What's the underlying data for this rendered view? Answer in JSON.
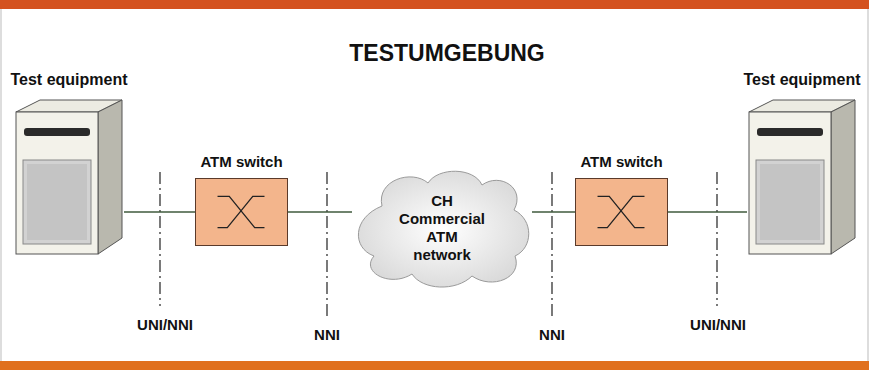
{
  "diagram": {
    "title": "TESTUMGEBUNG",
    "nodes": [
      {
        "text": [
          "Test equipment"
        ]
      },
      {
        "text": [
          "ATM switch"
        ]
      },
      {
        "text": [
          "CH Commercial ATM network"
        ]
      },
      {
        "text": [
          "ATM switch"
        ]
      },
      {
        "text": [
          "Test equipment"
        ]
      }
    ],
    "edges": [
      {
        "from": 0,
        "to": 1,
        "arrow": "none"
      },
      {
        "from": 1,
        "to": 2,
        "arrow": "none"
      },
      {
        "from": 2,
        "to": 3,
        "arrow": "none"
      },
      {
        "from": 3,
        "to": 4,
        "arrow": "none"
      }
    ],
    "labels": [
      "UNI/NNI",
      "NNI",
      "NNI",
      "UNI/NNI"
    ]
  }
}
